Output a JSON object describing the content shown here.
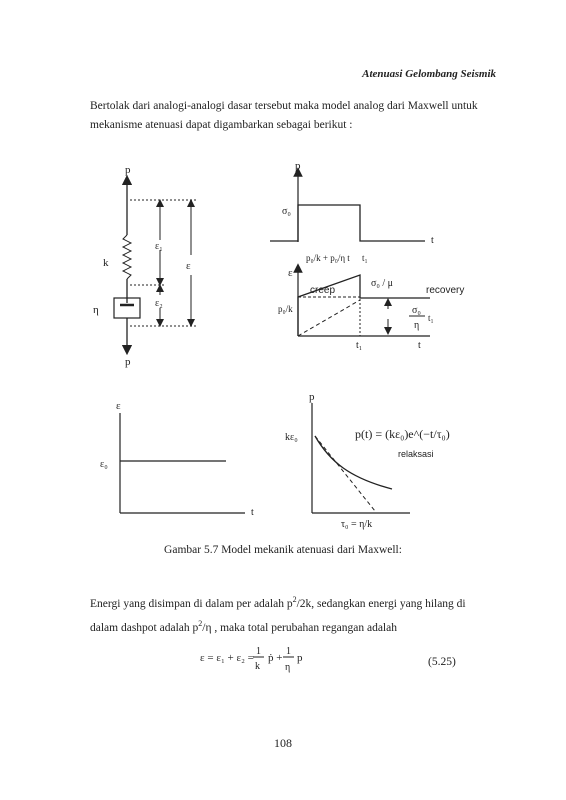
{
  "header": {
    "title": "Atenuasi Gelombang Seismik"
  },
  "paragraph1": {
    "line1": "Bertolak dari analogi-analogi dasar tersebut maka model analog dari Maxwell untuk",
    "line2": "mekanisme atenuasi dapat digambarkan sebagai berikut :"
  },
  "figure": {
    "caption": "Gambar 5.7  Model mekanik atenuasi dari Maxwell:",
    "model": {
      "p_top": "p",
      "p_bottom": "p",
      "k": "k",
      "eta": "η",
      "eps1": "ε₁",
      "eps": "ε",
      "eps2": "ε₂"
    },
    "stress_plot": {
      "ylabel": "p",
      "sigma0": "σ₀",
      "xlabel": "t"
    },
    "strain_plot": {
      "ylabel": "ε",
      "expr": "p₀/k + p₀/η t",
      "t1_top": "t₁",
      "creep": "creep",
      "sigma_mu": "σ₀ / μ",
      "recovery": "recovery",
      "p0k": "p₀/k",
      "sigma_eta_num": "σ₀",
      "sigma_eta_den": "η",
      "sigma_eta_t": "t₁",
      "t1_bottom": "t₁",
      "t_bottom": "t"
    },
    "const_plot": {
      "ylabel": "ε",
      "eps0": "ε₀",
      "xlabel": "t"
    },
    "relax_plot": {
      "ylabel": "p",
      "keps0": "kε₀",
      "formula": "p(t) = (kε₀)e^(−t/τ₀)",
      "relaksasi": "relaksasi",
      "tau": "τ₀ = η/k"
    }
  },
  "paragraph2": {
    "line1_a": "Energi yang disimpan di dalam per adalah p",
    "line1_sup": "2",
    "line1_b": "/2k, sedangkan energi yang hilang di",
    "line2_a": "dalam dashpot adalah p",
    "line2_sup": "2",
    "line2_b": "/η , maka total perubahan regangan adalah"
  },
  "equation": {
    "lhs": "ε = ε₁ + ε₂ =",
    "num1": "1",
    "den1": "k",
    "mid": "ṗ +",
    "num2": "1",
    "den2": "η",
    "tail": "p",
    "number": "(5.25)"
  },
  "page_number": "108"
}
